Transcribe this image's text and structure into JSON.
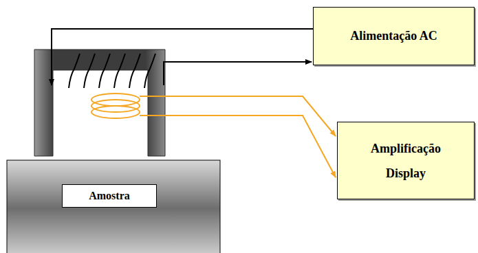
{
  "diagram": {
    "nodes": [
      {
        "text": [
          "Alimentação AC"
        ]
      },
      {
        "text": [
          "Amplificação Display"
        ]
      },
      {
        "text": [
          "Amostra"
        ]
      }
    ]
  }
}
